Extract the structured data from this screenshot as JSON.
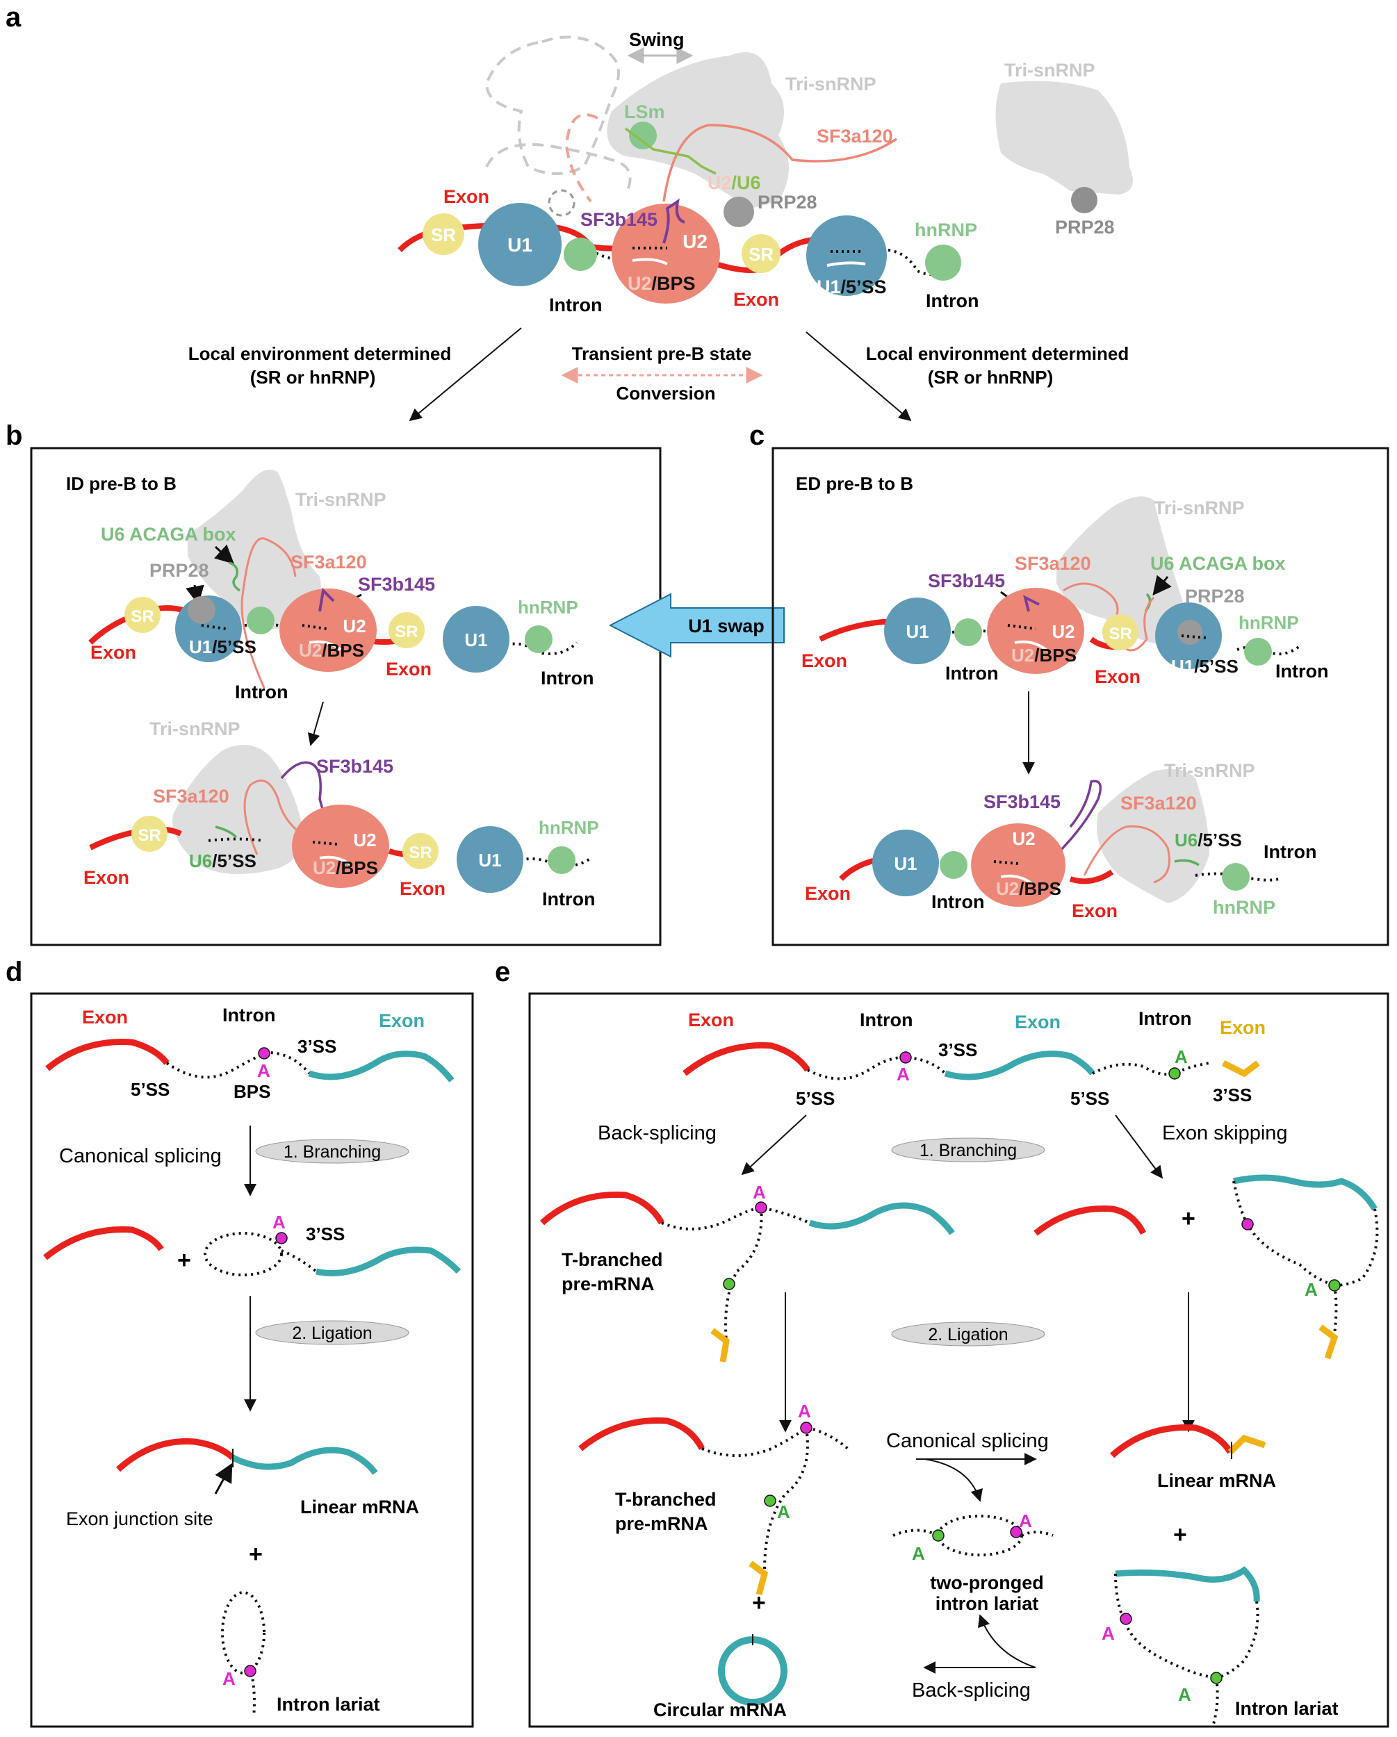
{
  "panels": {
    "a": "a",
    "b": "b",
    "c": "c",
    "d": "d",
    "e": "e"
  },
  "a": {
    "swing": "Swing",
    "tri1": "Tri-snRNP",
    "tri2": "Tri-snRNP",
    "lsm": "LSm",
    "sf3a120": "SF3a120",
    "u2u6_u2": "U2",
    "u2u6_u6": "/U6",
    "prp28_1": "PRP28",
    "prp28_2": "PRP28",
    "exon_l": "Exon",
    "sf3b145": "SF3b145",
    "sr1": "SR",
    "u1": "U1",
    "u2": "U2",
    "sr2": "SR",
    "hnrnp": "hnRNP",
    "intron_1": "Intron",
    "u2bps_u2": "U2",
    "u2bps_bps": "/BPS",
    "exon_r": "Exon",
    "u1ss_u1": "U1",
    "u1ss_ss": "/5’SS",
    "intron_2": "Intron",
    "left_arrow_l1": "Local environment determined",
    "left_arrow_l2": "(SR or hnRNP)",
    "transient": "Transient pre-B state",
    "conversion": "Conversion",
    "right_arrow_l1": "Local environment determined",
    "right_arrow_l2": "(SR or hnRNP)"
  },
  "b": {
    "title": "ID pre-B to B",
    "tri": "Tri-snRNP",
    "acaga": "U6 ACAGA box",
    "prp28": "PRP28",
    "sf3a120": "SF3a120",
    "sf3b145": "SF3b145",
    "sr1": "SR",
    "u1ss_u1": "U1",
    "u1ss_ss": "/5’SS",
    "u2": "U2",
    "u2bps_u2": "U2",
    "u2bps_bps": "/BPS",
    "sr2": "SR",
    "u1": "U1",
    "hnrnp": "hnRNP",
    "exon1": "Exon",
    "intron1": "Intron",
    "exon2": "Exon",
    "intron2": "Intron",
    "tri_b": "Tri-snRNP",
    "sf3b145_b": "SF3b145",
    "sf3a120_b": "SF3a120",
    "sr3": "SR",
    "u6ss_u6": "U6",
    "u6ss_ss": "/5’SS",
    "u2_b": "U2",
    "u2bps2_u2": "U2",
    "u2bps2_bps": "/BPS",
    "sr4": "SR",
    "u1_b": "U1",
    "hnrnp_b": "hnRNP",
    "exon3": "Exon",
    "exon4": "Exon",
    "intron3": "Intron"
  },
  "swap": "U1 swap",
  "c": {
    "title": "ED pre-B to B",
    "tri": "Tri-snRNP",
    "sf3a120": "SF3a120",
    "acaga": "U6 ACAGA box",
    "sf3b145": "SF3b145",
    "prp28": "PRP28",
    "hnrnp": "hnRNP",
    "u1": "U1",
    "u2": "U2",
    "sr": "SR",
    "u1ss_u1": "U1",
    "u1ss_ss": "/5’SS",
    "u2bps_u2": "U2",
    "u2bps_bps": "/BPS",
    "exon1": "Exon",
    "intron1": "Intron",
    "exon2": "Exon",
    "intron2": "Intron",
    "tri_b": "Tri-snRNP",
    "sf3b145_b": "SF3b145",
    "sf3a120_b": "SF3a120",
    "u6ss_u6": "U6",
    "u6ss_ss": "/5’SS",
    "intron3": "Intron",
    "u1_b": "U1",
    "u2_b": "U2",
    "u2bps2_u2": "U2",
    "u2bps2_bps": "/BPS",
    "exon3": "Exon",
    "intron4": "Intron",
    "exon4": "Exon",
    "hnrnp_b": "hnRNP"
  },
  "d": {
    "exon1": "Exon",
    "intron": "Intron",
    "exon2": "Exon",
    "ss3": "3’SS",
    "a1": "A",
    "ss5": "5’SS",
    "bps": "BPS",
    "canonical": "Canonical splicing",
    "branching": "1. Branching",
    "plus1": "+",
    "a2": "A",
    "ss3b": "3’SS",
    "ligation": "2. Ligation",
    "junction": "Exon junction site",
    "linear": "Linear mRNA",
    "plus2": "+",
    "a3": "A",
    "lariat": "Intron lariat"
  },
  "e": {
    "exon1": "Exon",
    "intron1": "Intron",
    "exon2": "Exon",
    "intron2": "Intron",
    "exon3": "Exon",
    "ss3a": "3’SS",
    "a_m": "A",
    "a_g": "A",
    "ss5a": "5’SS",
    "ss5b": "5’SS",
    "ss3b": "3’SS",
    "backsplicing": "Back-splicing",
    "branching": "1. Branching",
    "exonskip": "Exon skipping",
    "a_t": "A",
    "tbranched1": "T-branched",
    "premrna1": "pre-mRNA",
    "plus1": "+",
    "a_r": "A",
    "ligation": "2. Ligation",
    "a_t2": "A",
    "a_g2": "A",
    "tbranched2": "T-branched",
    "premrna2": "pre-mRNA",
    "canonical": "Canonical splicing",
    "linear": "Linear mRNA",
    "a_m2": "A",
    "a_g3": "A",
    "twopronged1": "two-pronged",
    "twopronged2": "intron lariat",
    "plus2": "+",
    "plus3": "+",
    "circular": "Circular mRNA",
    "backsplicing2": "Back-splicing",
    "a_m3": "A",
    "a_g4": "A",
    "lariat": "Intron lariat"
  },
  "colors": {
    "red": "#e8211c",
    "teal": "#3aa8ad",
    "yellow": "#f0b215",
    "blue": "#5f9bb7",
    "salmon": "#ec8777",
    "green": "#88c78c",
    "sr": "#efe38a",
    "purple": "#7a3d97",
    "grey": "#c7c7c7",
    "lightgrey": "#dedede",
    "magenta": "#e02ad0",
    "lime": "#58c43c",
    "arrowblue": "#7ecdef"
  }
}
